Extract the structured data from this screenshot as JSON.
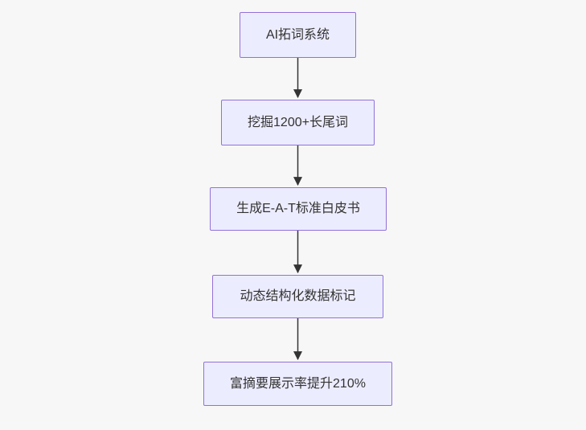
{
  "flowchart": {
    "direction": "top-down",
    "nodes": [
      {
        "label": "AI拓词系统"
      },
      {
        "label": "挖掘1200+长尾词"
      },
      {
        "label": "生成E-A-T标准白皮书"
      },
      {
        "label": "动态结构化数据标记"
      },
      {
        "label": "富摘要展示率提升210%"
      }
    ],
    "edges": [
      {
        "from": 0,
        "to": 1
      },
      {
        "from": 1,
        "to": 2
      },
      {
        "from": 2,
        "to": 3
      },
      {
        "from": 3,
        "to": 4
      }
    ]
  },
  "theme": {
    "node_fill": "#ECECFF",
    "node_border": "#9370DB",
    "node_text": "#333333",
    "edge_color": "#333333",
    "background": "#f7f7f7"
  }
}
